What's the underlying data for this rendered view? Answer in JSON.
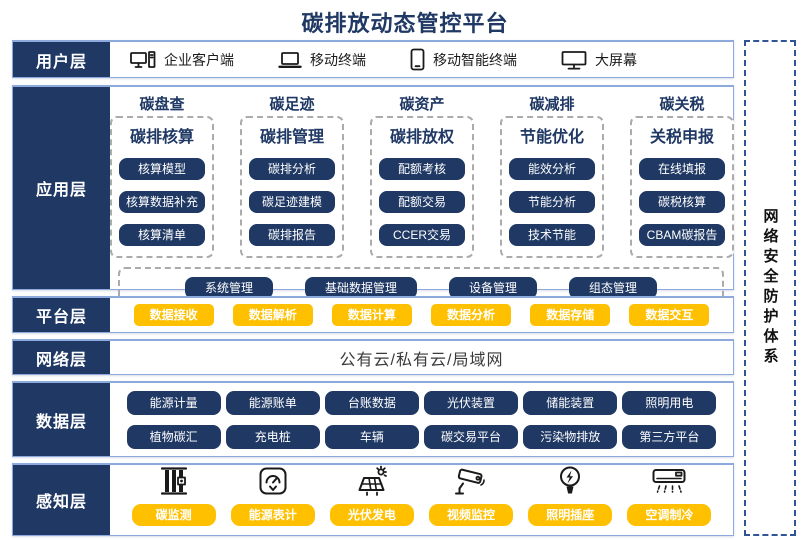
{
  "title": "碳排放动态管控平台",
  "colors": {
    "navy": "#1F3864",
    "yellow": "#FFC000",
    "row_border": "#8EA9DB",
    "dashed_gray": "#ABABAB",
    "security_border": "#2F5597"
  },
  "security_bar": {
    "label": "网络安全防护体系"
  },
  "layers": {
    "user": {
      "label": "用户层",
      "items": [
        {
          "icon": "desktop-pc-icon",
          "label": "企业客户端"
        },
        {
          "icon": "laptop-icon",
          "label": "移动终端"
        },
        {
          "icon": "smartphone-icon",
          "label": "移动智能终端"
        },
        {
          "icon": "big-screen-icon",
          "label": "大屏幕"
        }
      ]
    },
    "app": {
      "label": "应用层",
      "groups": [
        {
          "header": "碳盘查",
          "title": "碳排核算",
          "items": [
            "核算模型",
            "核算数据补充",
            "核算清单"
          ]
        },
        {
          "header": "碳足迹",
          "title": "碳排管理",
          "items": [
            "碳排分析",
            "碳足迹建模",
            "碳排报告"
          ]
        },
        {
          "header": "碳资产",
          "title": "碳排放权",
          "items": [
            "配额考核",
            "配额交易",
            "CCER交易"
          ]
        },
        {
          "header": "碳减排",
          "title": "节能优化",
          "items": [
            "能效分析",
            "节能分析",
            "技术节能"
          ]
        },
        {
          "header": "碳关税",
          "title": "关税申报",
          "items": [
            "在线填报",
            "碳税核算",
            "CBAM碳报告"
          ]
        }
      ],
      "management_items": [
        "系统管理",
        "基础数据管理",
        "设备管理",
        "组态管理"
      ]
    },
    "platform": {
      "label": "平台层",
      "items": [
        "数据接收",
        "数据解析",
        "数据计算",
        "数据分析",
        "数据存储",
        "数据交互"
      ]
    },
    "network": {
      "label": "网络层",
      "text": "公有云/私有云/局域网"
    },
    "data": {
      "label": "数据层",
      "rows": [
        [
          "能源计量",
          "能源账单",
          "台账数据",
          "光伏装置",
          "储能装置",
          "照明用电"
        ],
        [
          "植物碳汇",
          "充电桩",
          "车辆",
          "碳交易平台",
          "污染物排放",
          "第三方平台"
        ]
      ]
    },
    "perception": {
      "label": "感知层",
      "items": [
        {
          "icon": "carbon-monitor-icon",
          "label": "碳监测"
        },
        {
          "icon": "energy-meter-icon",
          "label": "能源表计"
        },
        {
          "icon": "solar-power-icon",
          "label": "光伏发电"
        },
        {
          "icon": "cctv-camera-icon",
          "label": "视频监控"
        },
        {
          "icon": "light-bulb-icon",
          "label": "照明插座"
        },
        {
          "icon": "air-conditioner-icon",
          "label": "空调制冷"
        }
      ]
    }
  }
}
